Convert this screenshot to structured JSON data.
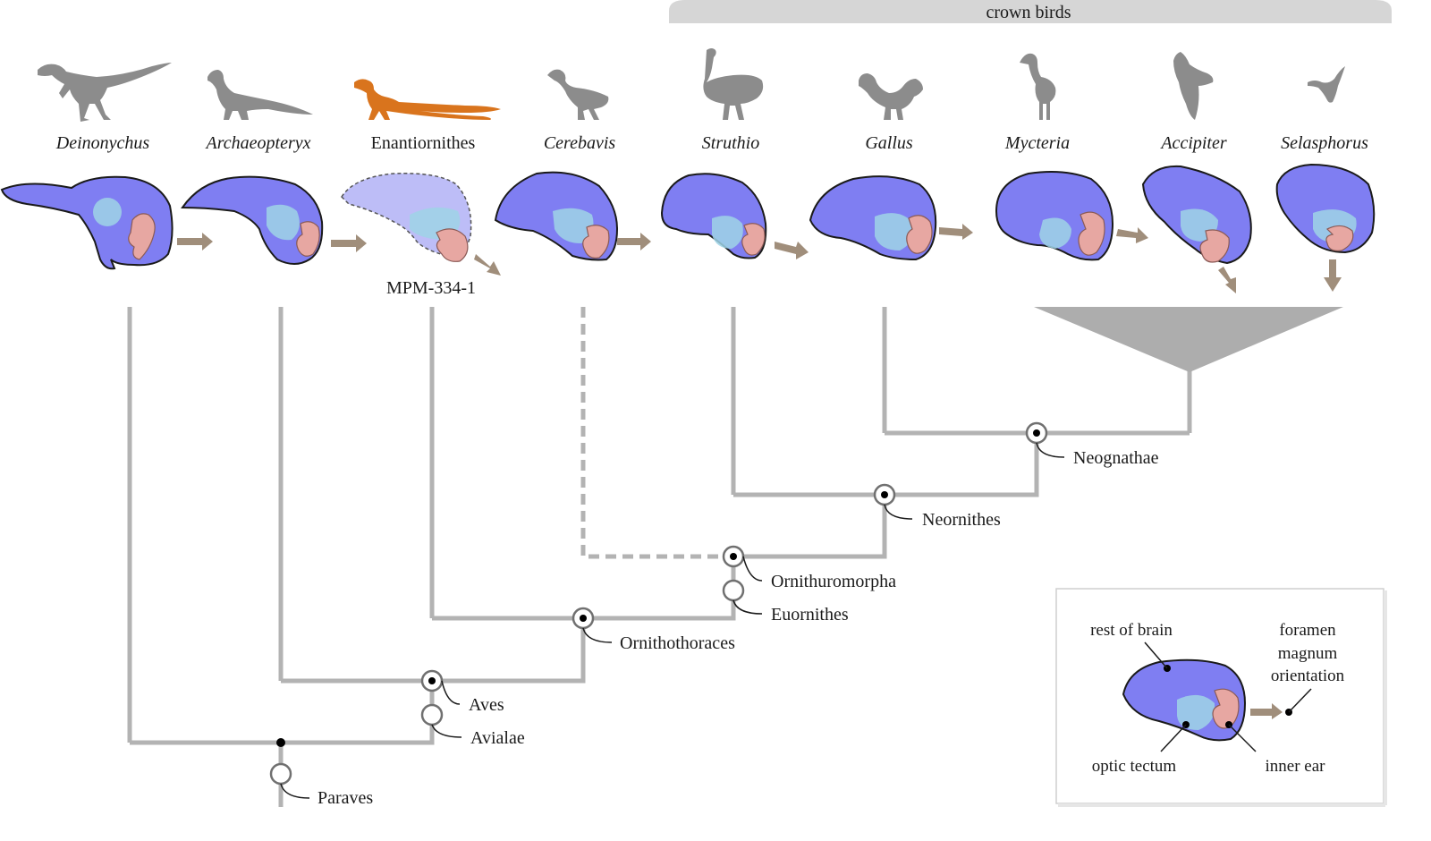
{
  "banner": {
    "label": "crown birds"
  },
  "taxa": [
    {
      "name": "Deinonychus",
      "italic": true
    },
    {
      "name": "Archaeopteryx",
      "italic": true
    },
    {
      "name": "Enantiornithes",
      "italic": false
    },
    {
      "name": "Cerebavis",
      "italic": true
    },
    {
      "name": "Struthio",
      "italic": true
    },
    {
      "name": "Gallus",
      "italic": true
    },
    {
      "name": "Mycteria",
      "italic": true
    },
    {
      "name": "Accipiter",
      "italic": true
    },
    {
      "name": "Selasphorus",
      "italic": true
    }
  ],
  "specimen_label": "MPM-334-1",
  "clades": [
    "Neognathae",
    "Neornithes",
    "Ornithuromorpha",
    "Euornithes",
    "Ornithothoraces",
    "Aves",
    "Avialae",
    "Paraves"
  ],
  "legend": {
    "rest_of_brain": "rest of brain",
    "foramen_line1": "foramen",
    "foramen_line2": "magnum",
    "foramen_line3": "orientation",
    "optic_tectum": "optic tectum",
    "inner_ear": "inner ear"
  },
  "colors": {
    "brain": "#7f7ef2",
    "optic_tectum": "#9fd3e6",
    "inner_ear": "#e7a7a2",
    "arrow": "#a08e7b",
    "branch": "#b3b3b3",
    "silhouette": "#8c8c8c",
    "highlight_silhouette": "#d9741d"
  },
  "icons": [
    "dinosaur-silhouette-icon",
    "bird-silhouette-icon",
    "brain-endocast-icon",
    "foramen-arrow-icon"
  ]
}
